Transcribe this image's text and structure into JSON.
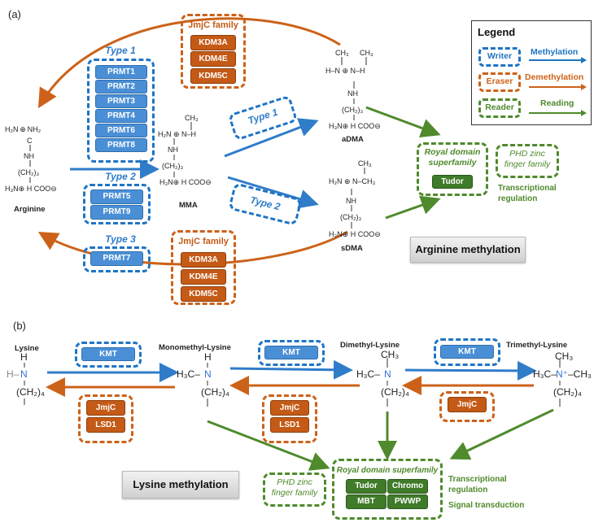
{
  "panel_a": {
    "label": "(a)",
    "molecules": {
      "arginine": {
        "name": "Arginine",
        "top": "H₂N ⊕ NH₂",
        "c": "C",
        "nh": "NH",
        "chain": "(CH₂)₃",
        "bottom": "H₃N⊕ H COO⊖"
      },
      "mma": {
        "name": "MMA",
        "methyl": "CH₃",
        "top": "H₂N  ⊕  N–H",
        "nh": "NH",
        "chain": "(CH₂)₃",
        "bottom": "H₃N⊕ H COO⊖"
      },
      "adma": {
        "name": "aDMA",
        "methyl1": "CH₃",
        "methyl2": "CH₃",
        "top": "H–N  ⊕  N–H",
        "nh": "NH",
        "chain": "(CH₂)₃",
        "bottom": "H₃N⊕ H COO⊖"
      },
      "sdma": {
        "name": "sDMA",
        "methyl1": "CH₃",
        "top": "H₂N  ⊕  N–CH₃",
        "nh": "NH",
        "chain": "(CH₂)₃",
        "bottom": "H₃N⊕ H COO⊖"
      }
    },
    "writers": {
      "type1": {
        "label": "Type 1",
        "enzymes": [
          "PRMT1",
          "PRMT2",
          "PRMT3",
          "PRMT4",
          "PRMT6",
          "PRMT8"
        ]
      },
      "type2": {
        "label": "Type 2",
        "enzymes": [
          "PRMT5",
          "PRMT9"
        ]
      },
      "type3": {
        "label": "Type 3",
        "enzymes": [
          "PRMT7"
        ]
      },
      "arrow_type1": "Type 1",
      "arrow_type2": "Type 2"
    },
    "erasers": {
      "top": {
        "label": "JmjC family",
        "enzymes": [
          "KDM3A",
          "KDM4E",
          "KDM5C"
        ]
      },
      "bottom": {
        "label": "JmjC family",
        "enzymes": [
          "KDM3A",
          "KDM4E",
          "KDM5C"
        ]
      }
    },
    "readers": {
      "royal": {
        "label_line1": "Royal domain",
        "label_line2": "superfamily",
        "domains": [
          "Tudor"
        ]
      },
      "phd": {
        "label_line1": "PHD zinc",
        "label_line2": "finger family"
      },
      "function_line1": "Transcriptional",
      "function_line2": "regulation"
    },
    "badge": "Arginine methylation",
    "legend": {
      "title": "Legend",
      "rows": [
        {
          "box": "Writer",
          "arrow": "Methylation",
          "color": "#1f74c4"
        },
        {
          "box": "Eraser",
          "arrow": "Demethylation",
          "color": "#cc6219"
        },
        {
          "box": "Reader",
          "arrow": "Reading",
          "color": "#4f8a2c"
        }
      ]
    }
  },
  "panel_b": {
    "label": "(b)",
    "molecules": {
      "lysine": {
        "name": "Lysine",
        "h_top": "H",
        "h_left": "H–",
        "n": "N",
        "chain": "(CH₂)₄"
      },
      "monomethyl": {
        "name": "Monomethyl-Lysine",
        "h_top": "H",
        "left": "H₃C–",
        "n": "N",
        "chain": "(CH₂)₄"
      },
      "dimethyl": {
        "name": "Dimethyl-Lysine",
        "methyl_top": "CH₃",
        "left": "H₃C–",
        "n": "N",
        "chain": "(CH₂)₄"
      },
      "trimethyl": {
        "name": "Trimethyl-Lysine",
        "methyl_top": "CH₃",
        "left": "H₃C–",
        "n": "N⁺",
        "right": "–CH₃",
        "chain": "(CH₂)₄"
      }
    },
    "writers": [
      "KMT",
      "KMT",
      "KMT"
    ],
    "erasers": {
      "step1": [
        "JmjC",
        "LSD1"
      ],
      "step2": [
        "JmjC",
        "LSD1"
      ],
      "step3": [
        "JmjC"
      ]
    },
    "readers": {
      "royal": {
        "label": "Royal domain superfamily",
        "domains": [
          "Tudor",
          "Chromo",
          "MBT",
          "PWWP"
        ]
      },
      "phd": {
        "label_line1": "PHD zinc",
        "label_line2": "finger family"
      },
      "function_line1": "Transcriptional",
      "function_line2": "regulation",
      "function_line3": "Signal transduction"
    },
    "badge": "Lysine methylation"
  },
  "colors": {
    "writer": "#1f74c4",
    "eraser": "#cc6219",
    "reader": "#4f8a2c"
  }
}
